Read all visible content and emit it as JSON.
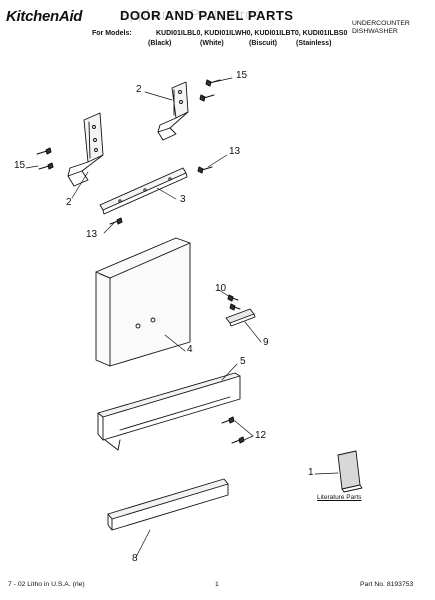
{
  "header": {
    "brand": "KitchenAid",
    "title": "DOOR AND PANEL PARTS",
    "watermark": "Appliance Parts Pros",
    "product_line1": "UNDERCOUNTER",
    "product_line2": "DISHWASHER",
    "models_label": "For Models:",
    "models": "KUDI01ILBL0, KUDI01ILWH0, KUDI01ILBT0, KUDI01ILBS0",
    "finishes": [
      "(Black)",
      "(White)",
      "(Biscuit)",
      "(Stainless)"
    ]
  },
  "callouts": {
    "c15a": "15",
    "c2a": "2",
    "c15b": "15",
    "c13a": "13",
    "c2b": "2",
    "c3": "3",
    "c13b": "13",
    "c10": "10",
    "c9": "9",
    "c4": "4",
    "c5": "5",
    "c12": "12",
    "c1": "1",
    "c8": "8"
  },
  "literature_label": "Literature Parts",
  "footer": {
    "left": "7 - 02 Litho in U.S.A. (rle)",
    "center": "1",
    "right": "Part No. 8193753"
  },
  "colors": {
    "line": "#111111",
    "watermark": "#c9c9c9"
  }
}
